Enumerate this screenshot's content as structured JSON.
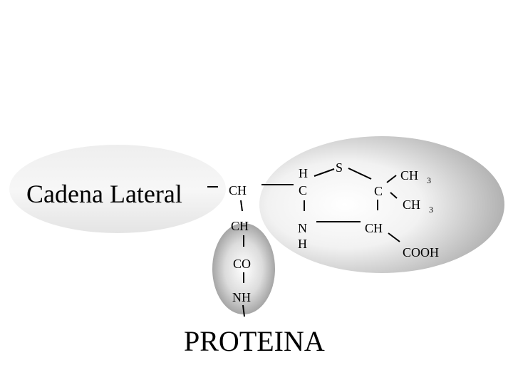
{
  "labels": {
    "side_chain": "Cadena Lateral",
    "protein": "PROTEINA"
  },
  "atoms": {
    "ch_top": "CH",
    "ch_mid": "CH",
    "co": "CO",
    "nh": "NH",
    "h_top": "H",
    "c_ring": "C",
    "s": "S",
    "c_right": "C",
    "ch3_a": "CH",
    "ch3_a_sub": "3",
    "ch3_b": "CH",
    "ch3_b_sub": "3",
    "n": "N",
    "h_bottom": "H",
    "ch_ring": "CH",
    "cooh": "COOH"
  }
}
